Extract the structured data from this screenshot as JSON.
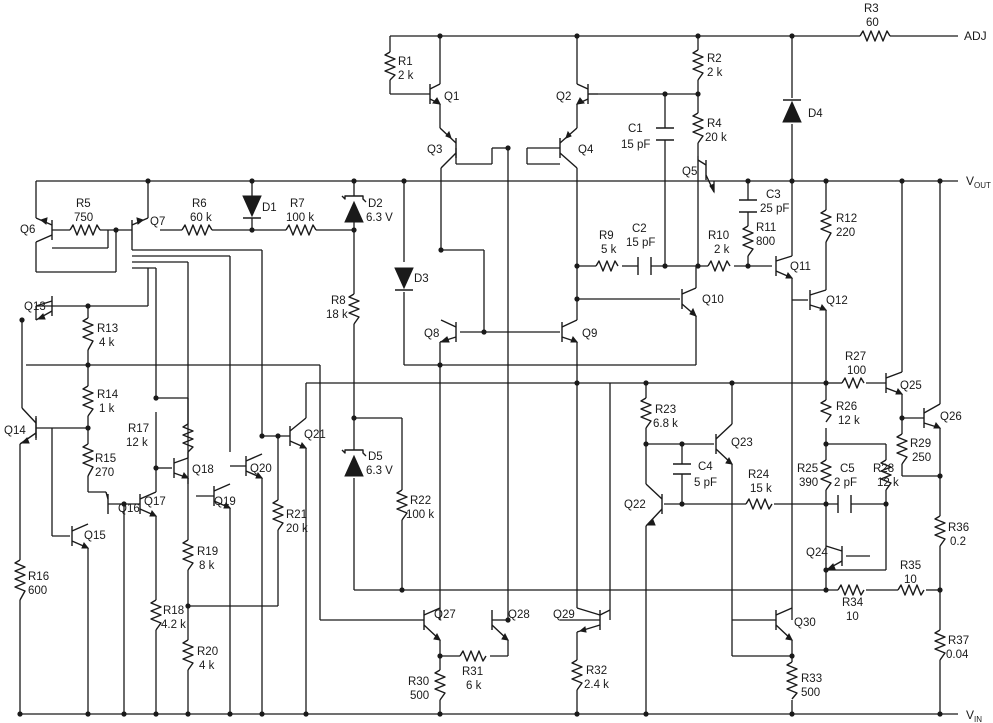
{
  "pins": {
    "adj": "ADJ",
    "vout": "V",
    "vout_sub": "OUT",
    "vin": "V",
    "vin_sub": "IN"
  },
  "resistors": {
    "R1": "R1",
    "R1v": "2 k",
    "R2": "R2",
    "R2v": "2 k",
    "R3": "R3",
    "R3v": "60",
    "R4": "R4",
    "R4v": "20 k",
    "R5": "R5",
    "R5v": "750",
    "R6": "R6",
    "R6v": "60 k",
    "R7": "R7",
    "R7v": "100 k",
    "R8": "R8",
    "R8v": "18 k",
    "R9": "R9",
    "R9v": "5 k",
    "R10": "R10",
    "R10v": "2 k",
    "R11": "R11",
    "R11v": "800",
    "R12": "R12",
    "R12v": "220",
    "R13": "R13",
    "R13v": "4 k",
    "R14": "R14",
    "R14v": "1 k",
    "R15": "R15",
    "R15v": "270",
    "R16": "R16",
    "R16v": "600",
    "R17": "R17",
    "R17v": "12 k",
    "R18": "R18",
    "R18v": "4.2 k",
    "R19": "R19",
    "R19v": "8 k",
    "R20": "R20",
    "R20v": "4 k",
    "R21": "R21",
    "R21v": "20 k",
    "R22": "R22",
    "R22v": "100 k",
    "R23": "R23",
    "R23v": "6.8 k",
    "R24": "R24",
    "R24v": "15 k",
    "R25": "R25",
    "R25v": "390",
    "R26": "R26",
    "R26v": "12 k",
    "R27": "R27",
    "R27v": "100",
    "R28": "R28",
    "R28v": "12 k",
    "R29": "R29",
    "R29v": "250",
    "R30": "R30",
    "R30v": "500",
    "R31": "R31",
    "R31v": "6 k",
    "R32": "R32",
    "R32v": "2.4 k",
    "R33": "R33",
    "R33v": "500",
    "R34": "R34",
    "R34v": "10",
    "R35": "R35",
    "R35v": "10",
    "R36": "R36",
    "R36v": "0.2",
    "R37": "R37",
    "R37v": "0.04"
  },
  "capacitors": {
    "C1": "C1",
    "C1v": "15 pF",
    "C2": "C2",
    "C2v": "15 pF",
    "C3": "C3",
    "C3v": "25 pF",
    "C4": "C4",
    "C4v": "5 pF",
    "C5": "C5",
    "C5v": "2 pF"
  },
  "diodes": {
    "D1": "D1",
    "D2": "D2",
    "D2v": "6.3 V",
    "D3": "D3",
    "D4": "D4",
    "D5": "D5",
    "D5v": "6.3 V"
  },
  "transistors": {
    "Q1": "Q1",
    "Q2": "Q2",
    "Q3": "Q3",
    "Q4": "Q4",
    "Q5": "Q5",
    "Q6": "Q6",
    "Q7": "Q7",
    "Q8": "Q8",
    "Q9": "Q9",
    "Q10": "Q10",
    "Q11": "Q11",
    "Q12": "Q12",
    "Q13": "Q13",
    "Q14": "Q14",
    "Q15": "Q15",
    "Q16": "Q16",
    "Q17": "Q17",
    "Q18": "Q18",
    "Q19": "Q19",
    "Q20": "Q20",
    "Q21": "Q21",
    "Q22": "Q22",
    "Q23": "Q23",
    "Q24": "Q24",
    "Q25": "Q25",
    "Q26": "Q26",
    "Q27": "Q27",
    "Q28": "Q28",
    "Q29": "Q29",
    "Q30": "Q30"
  }
}
